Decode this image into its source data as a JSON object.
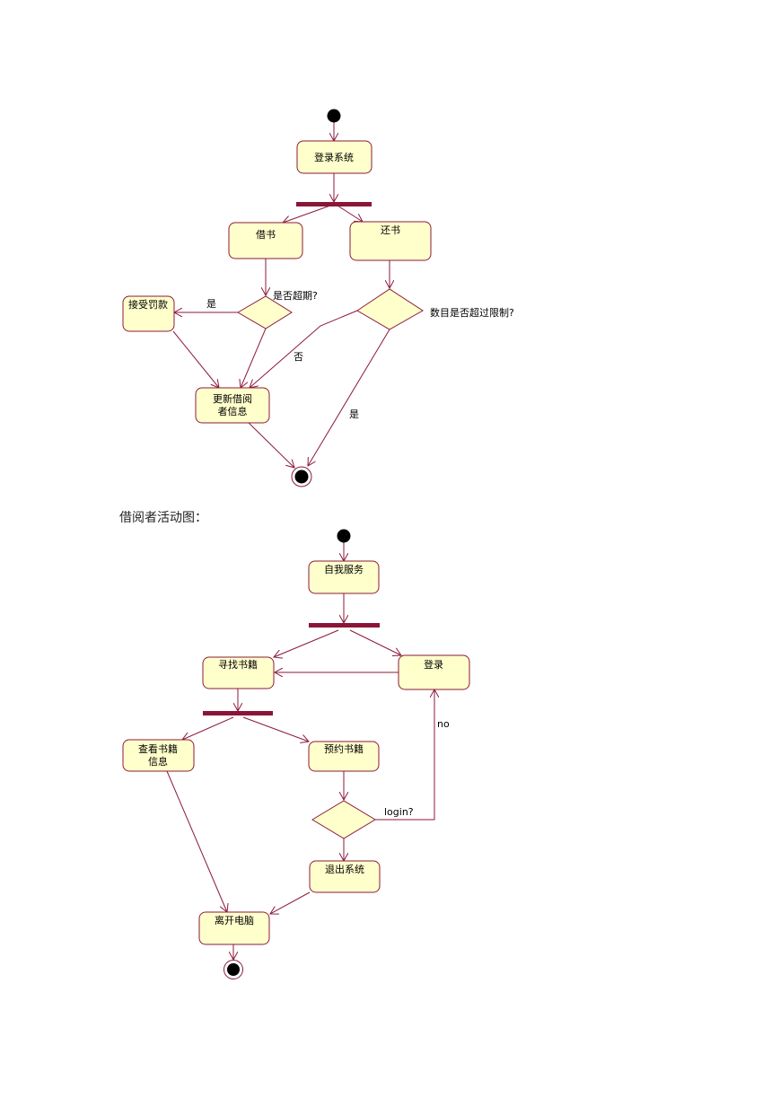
{
  "diagram1": {
    "nodes": {
      "login_system": "登录系统",
      "borrow": "借书",
      "return": "还书",
      "accept_fine": "接受罚款",
      "update_info_line1": "更新借阅",
      "update_info_line2": "者信息"
    },
    "labels": {
      "overdue_question": "是否超期?",
      "yes_left": "是",
      "count_question": "数目是否超过限制?",
      "no": "否",
      "yes_bottom": "是"
    }
  },
  "caption": "借阅者活动图：",
  "diagram2": {
    "nodes": {
      "self_service": "自我服务",
      "search_books": "寻找书籍",
      "login": "登录",
      "view_info_line1": "查看书籍",
      "view_info_line2": "信息",
      "reserve_books": "预约书籍",
      "exit_system": "退出系统",
      "leave_computer": "离开电脑"
    },
    "labels": {
      "no": "no",
      "login_question": "login?"
    }
  },
  "colors": {
    "node_fill": "#ffffcc",
    "line": "#8b1a3a",
    "bar": "#8b1538",
    "text": "#000000"
  }
}
